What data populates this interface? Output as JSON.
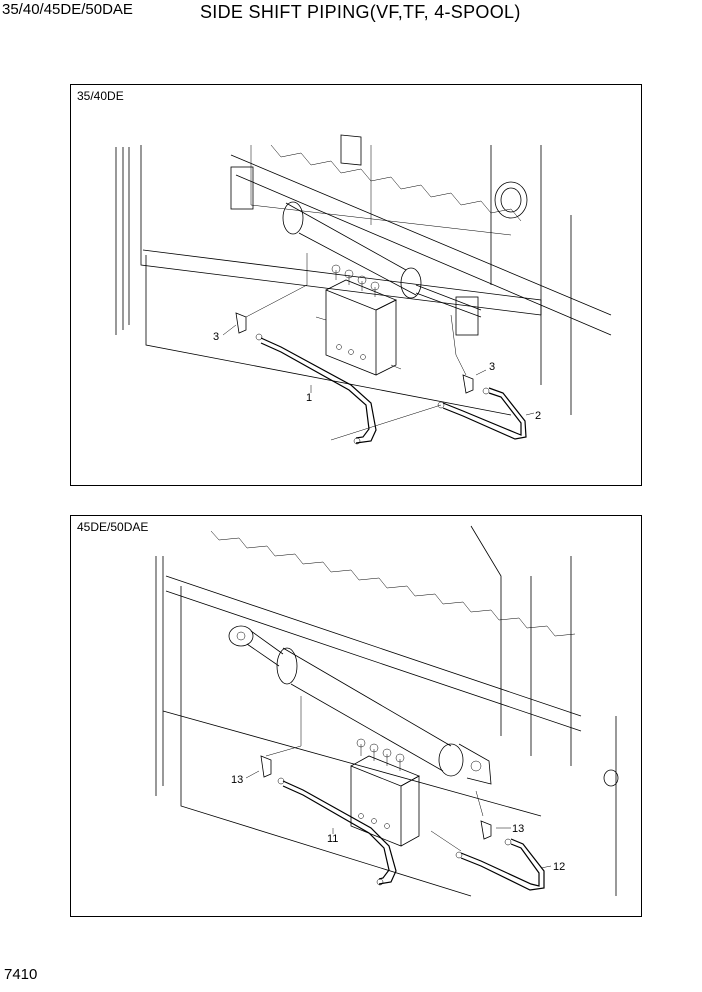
{
  "header": {
    "model": "35/40/45DE/50DAE",
    "title": "SIDE SHIFT PIPING(VF,TF, 4-SPOOL)"
  },
  "panels": [
    {
      "label": "35/40DE",
      "callouts": [
        "3",
        "1",
        "3",
        "2"
      ]
    },
    {
      "label": "45DE/50DAE",
      "callouts": [
        "13",
        "11",
        "13",
        "12"
      ]
    }
  ],
  "footer": {
    "page_number": "7410"
  }
}
